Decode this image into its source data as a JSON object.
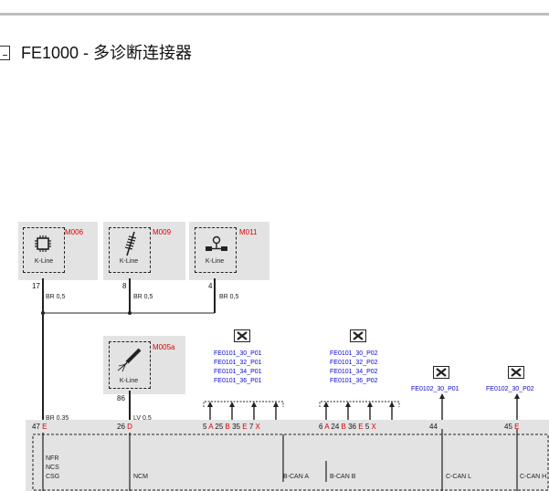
{
  "header": {
    "title": "FE1000 - 多诊断连接器"
  },
  "modules": {
    "m006": {
      "name": "M006",
      "line": "K-Line",
      "pin": "17"
    },
    "m009": {
      "name": "M009",
      "line": "K-Line",
      "pin": "8"
    },
    "m011": {
      "name": "M011",
      "line": "K-Line",
      "pin": "4"
    },
    "m005a": {
      "name": "M005a",
      "line": "K-Line",
      "pin": "86"
    }
  },
  "wires": {
    "w1": "BR 0,5",
    "w2": "BR 0,5",
    "w3": "BR 0,5",
    "w4": "BR 0,35",
    "w5": "LV 0,5"
  },
  "connectors": {
    "group1": [
      "FE0101_30_P01",
      "FE0101_32_P01",
      "FE0101_34_P01",
      "FE0101_36_P01"
    ],
    "group2": [
      "FE0101_30_P02",
      "FE0101_32_P02",
      "FE0101_34_P02",
      "FE0101_36_P02"
    ],
    "c3": "FE0102_30_P01",
    "c4": "FE0102_30_P02"
  },
  "pins": {
    "p47": "47",
    "p47l": "E",
    "p26": "26",
    "p26l": "D",
    "g1": [
      {
        "n": "5",
        "l": "A"
      },
      {
        "n": "25",
        "l": "B"
      },
      {
        "n": "35",
        "l": "E"
      },
      {
        "n": "7",
        "l": "X"
      }
    ],
    "g2": [
      {
        "n": "6",
        "l": "A"
      },
      {
        "n": "24",
        "l": "B"
      },
      {
        "n": "36",
        "l": "E"
      },
      {
        "n": "5",
        "l": "X"
      }
    ],
    "p44": "44",
    "p45": "45",
    "p45l": "E"
  },
  "bottom": {
    "nfr": "NFR",
    "ncs": "NCS",
    "csg": "CSG",
    "ncm": "NCM",
    "bcan_a": "B-CAN A",
    "bcan_b": "B-CAN B",
    "ccan_l": "C-CAN L",
    "ccan_h": "C-CAN H"
  },
  "colors": {
    "pin_letter": "#e00000",
    "connector_text": "#0a0ad0",
    "module_bg": "#e3e3e3"
  }
}
